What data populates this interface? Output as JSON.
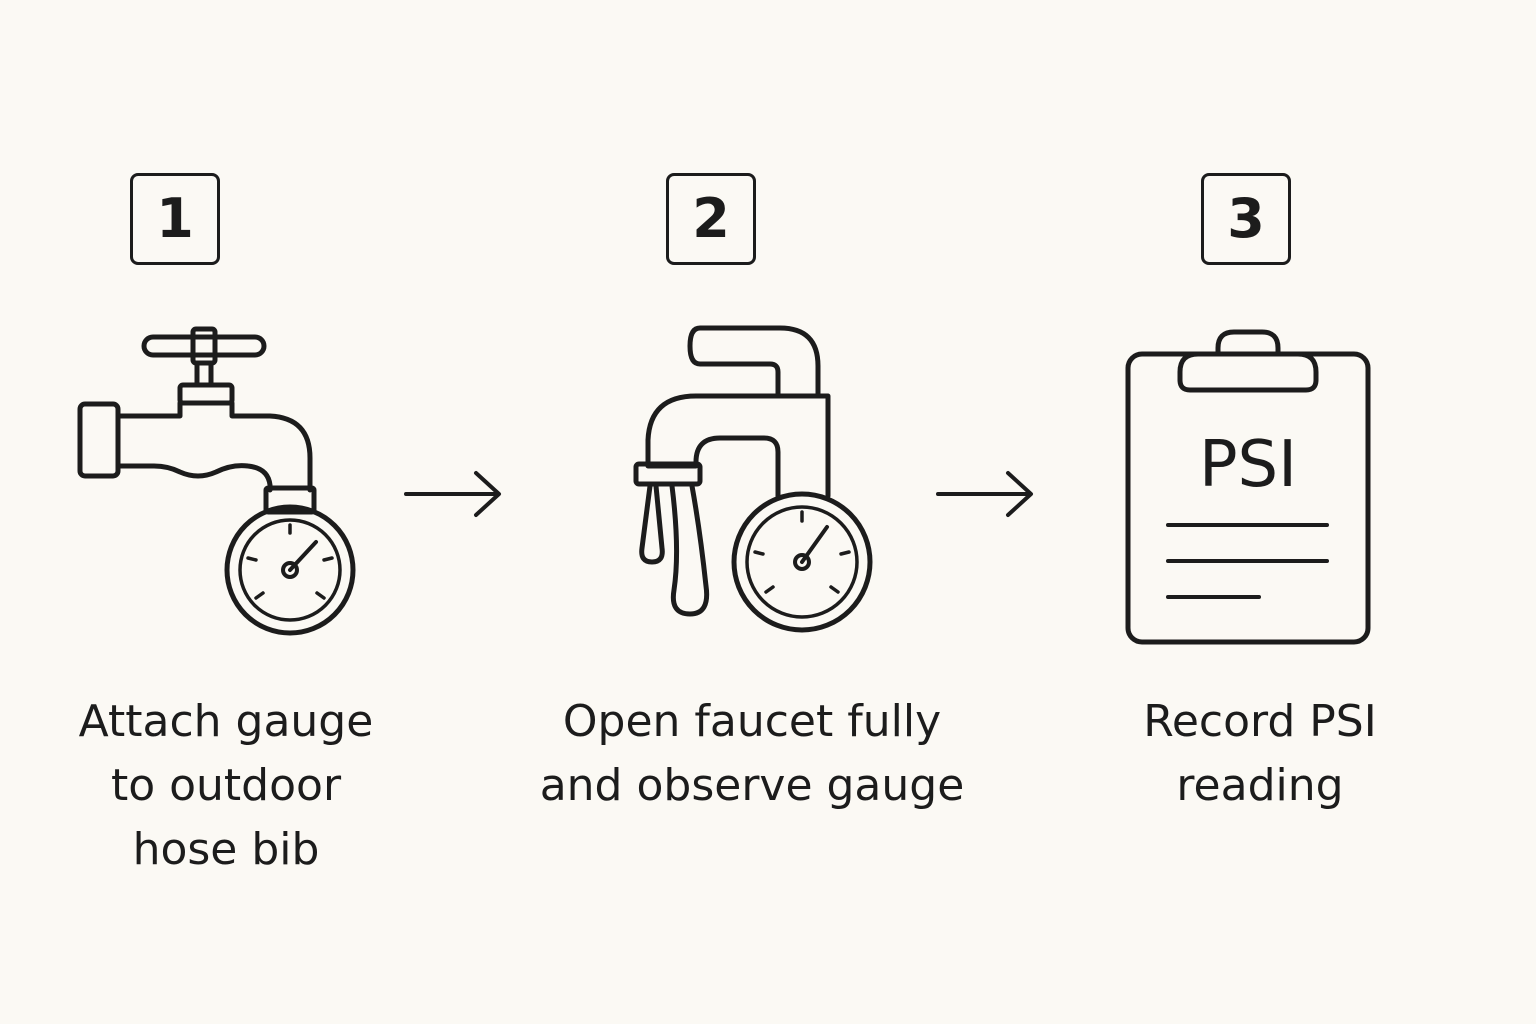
{
  "steps": [
    {
      "number": "1",
      "caption": "Attach gauge\nto outdoor\nhose bib",
      "icon": "hose-bib-gauge-icon"
    },
    {
      "number": "2",
      "caption": "Open faucet fully\nand observe gauge",
      "icon": "faucet-running-gauge-icon"
    },
    {
      "number": "3",
      "caption": "Record PSI\nreading",
      "icon": "clipboard-psi-icon",
      "clipboard_text": "PSI"
    }
  ],
  "colors": {
    "background": "#fbf9f4",
    "ink": "#1c1c1c"
  }
}
